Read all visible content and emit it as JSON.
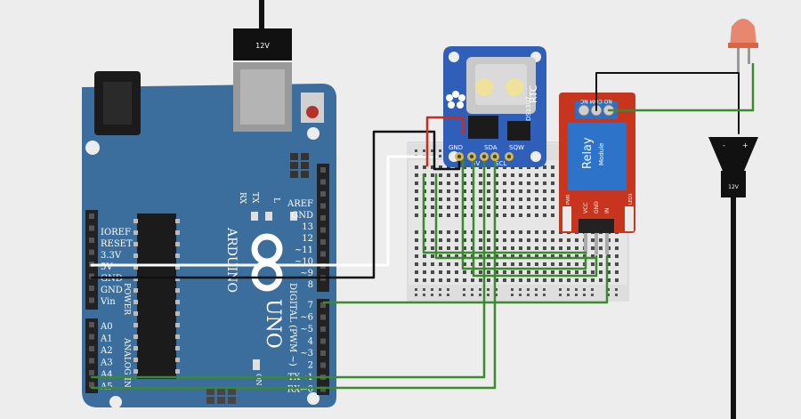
{
  "power_plug": {
    "label": "12V"
  },
  "arduino": {
    "power_pins": [
      "IOREF",
      "RESET",
      "3.3V",
      "5V",
      "GND",
      "GND",
      "Vin"
    ],
    "power_label": "POWER",
    "analog_pins": [
      "A0",
      "A1",
      "A2",
      "A3",
      "A4",
      "A5"
    ],
    "analog_label": "ANALOG IN",
    "digital_top_labels": [
      "AREF",
      "GND",
      "13",
      "12",
      "~11",
      "~10",
      "~9",
      "8"
    ],
    "digital_bottom_labels": [
      "7",
      "~6",
      "~5",
      "4",
      "~3",
      "2",
      "TX→1",
      "RX←0"
    ],
    "digital_label": "DIGITAL (PWM ~)",
    "model": "UNO",
    "brand": "ARDUINO",
    "led_tx": "TX",
    "led_rx": "RX",
    "led_l": "L",
    "on_label": "ON"
  },
  "rtc": {
    "title": "RTC",
    "chip": "DS1307",
    "pins": [
      "GND",
      "5V",
      "SDA",
      "SCL",
      "SQW"
    ]
  },
  "relay": {
    "title": "Relay",
    "subtitle": "Module",
    "terminal_labels": "NO COM NC",
    "pins": [
      "VCC",
      "GND",
      "IN"
    ],
    "pwr_led": "PWR",
    "led1": "LED1"
  },
  "bulb": {
    "label": "12V"
  },
  "colors": {
    "board": "#3b6e9c",
    "board_dark": "#2c557c",
    "rtc": "#2f5fb8",
    "relay": "#c7351f",
    "wire_green": "#3c8a2e",
    "wire_black": "#111111",
    "wire_white": "#ffffff",
    "wire_red": "#d12a1a"
  }
}
